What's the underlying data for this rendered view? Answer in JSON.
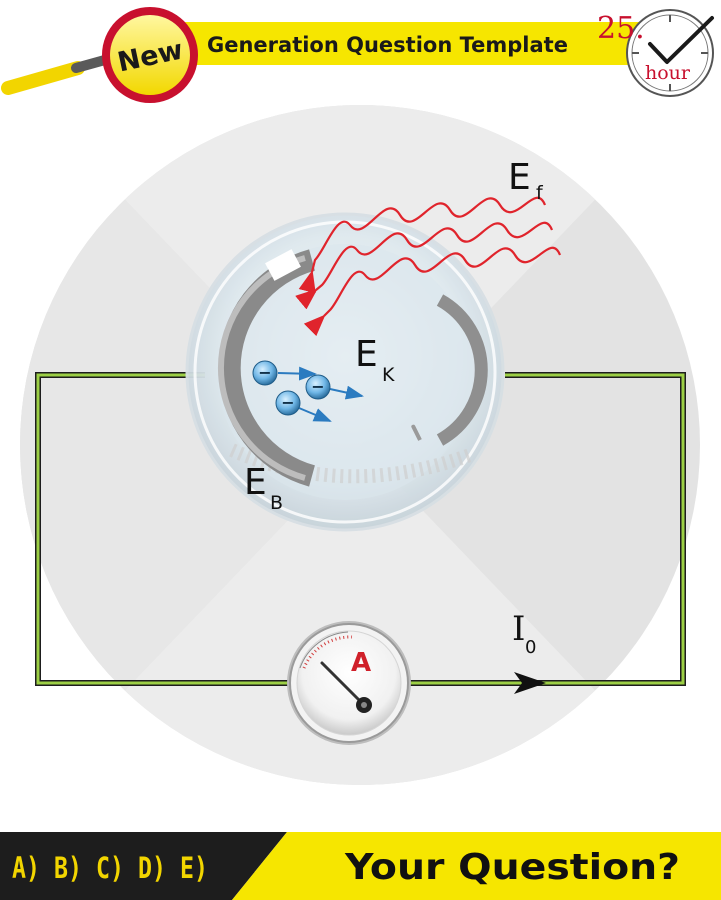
{
  "header": {
    "badge_label": "New",
    "title": "Generation Question Template",
    "clock_number": "25.",
    "clock_unit": "hour"
  },
  "diagram": {
    "label_photon_main": "E",
    "label_photon_sub": "f",
    "label_kinetic_main": "E",
    "label_kinetic_sub": "K",
    "label_binding_main": "E",
    "label_binding_sub": "B",
    "label_current_main": "I",
    "label_current_sub": "0",
    "ammeter_label": "A",
    "electron_sign": "−"
  },
  "footer": {
    "options": "A) B) C) D) E)",
    "question": "Your Question?"
  },
  "colors": {
    "accent_yellow": "#f6e600",
    "wire_green": "#9ccf45",
    "photon_red": "#e0242c",
    "electron_blue": "#2b7bc0",
    "footer_dark": "#1d1d1d"
  }
}
